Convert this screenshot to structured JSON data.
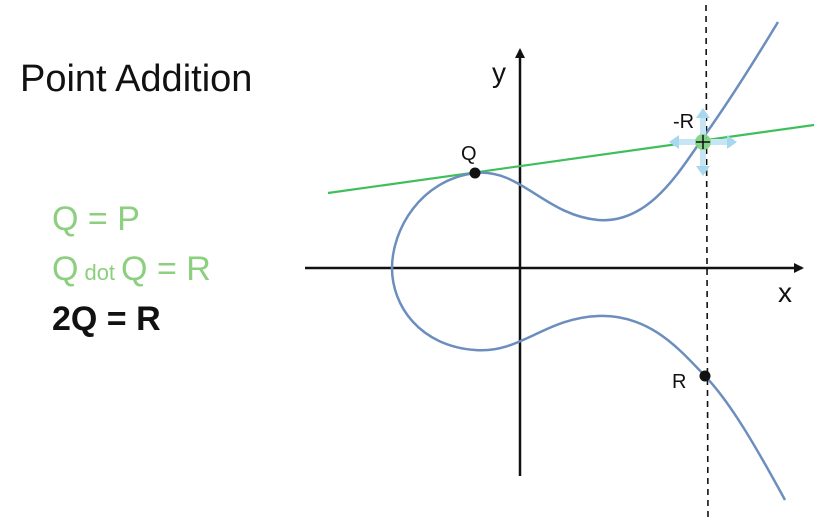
{
  "title": "Point Addition",
  "equations": {
    "line1": "Q = P",
    "line2_left": "Q",
    "line2_dot": "dot",
    "line2_right": "Q = R",
    "line3": "2Q = R"
  },
  "diagram": {
    "axis_x_label": "x",
    "axis_y_label": "y",
    "point_q_label": "Q",
    "point_neg_r_label": "-R",
    "point_r_label": "R"
  },
  "colors": {
    "curve": "#6c8ebf",
    "tangent_line": "#3fbf5a",
    "equation_green": "#8ccf7e",
    "move_handles": "#a8d8f0"
  },
  "icons": {
    "move_cursor": "move-cursor-icon"
  }
}
